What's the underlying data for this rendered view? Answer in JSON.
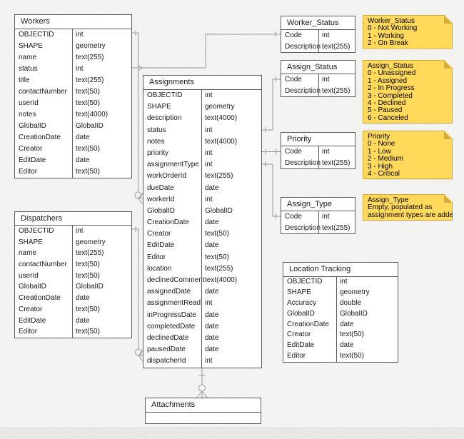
{
  "diagram": {
    "entities": [
      {
        "id": "workers",
        "title": "Workers",
        "fields": [
          [
            "OBJECTID",
            "int"
          ],
          [
            "SHAPE",
            "geometry"
          ],
          [
            "name",
            "text(255)"
          ],
          [
            "status",
            "int"
          ],
          [
            "title",
            "text(255)"
          ],
          [
            "contactNumber",
            "text(50)"
          ],
          [
            "userId",
            "text(50)"
          ],
          [
            "notes",
            "text(4000)"
          ],
          [
            "GlobalID",
            "GlobalID"
          ],
          [
            "CreationDate",
            "date"
          ],
          [
            "Creator",
            "text(50)"
          ],
          [
            "EditDate",
            "date"
          ],
          [
            "Editor",
            "text(50)"
          ]
        ]
      },
      {
        "id": "dispatchers",
        "title": "Dispatchers",
        "fields": [
          [
            "OBJECTID",
            "int"
          ],
          [
            "SHAPE",
            "geometry"
          ],
          [
            "name",
            "text(255)"
          ],
          [
            "contactNumber",
            "text(50)"
          ],
          [
            "userId",
            "text(50)"
          ],
          [
            "GlobalID",
            "GlobalID"
          ],
          [
            "CreationDate",
            "date"
          ],
          [
            "Creator",
            "text(50)"
          ],
          [
            "EditDate",
            "date"
          ],
          [
            "Editor",
            "text(50)"
          ]
        ]
      },
      {
        "id": "assignments",
        "title": "Assignments",
        "fields": [
          [
            "OBJECTID",
            "int"
          ],
          [
            "SHAPE",
            "geometry"
          ],
          [
            "description",
            "text(4000)"
          ],
          [
            "status",
            "int"
          ],
          [
            "notes",
            "text(4000)"
          ],
          [
            "priority",
            "int"
          ],
          [
            "assignmentType",
            "int"
          ],
          [
            "workOrderId",
            "text(255)"
          ],
          [
            "dueDate",
            "date"
          ],
          [
            "workerId",
            "int"
          ],
          [
            "GlobalID",
            "GlobalID"
          ],
          [
            "CreationDate",
            "date"
          ],
          [
            "Creator",
            "text(50)"
          ],
          [
            "EditDate",
            "date"
          ],
          [
            "Editor",
            "text(50)"
          ],
          [
            "location",
            "text(255)"
          ],
          [
            "declinedComment",
            "text(4000)"
          ],
          [
            "assignedDate",
            "date"
          ],
          [
            "assignmentRead",
            "int"
          ],
          [
            "inProgressDate",
            "date"
          ],
          [
            "completedDate",
            "date"
          ],
          [
            "declinedDate",
            "date"
          ],
          [
            "pausedDate",
            "date"
          ],
          [
            "dispatcherId",
            "int"
          ]
        ]
      },
      {
        "id": "worker_status",
        "title": "Worker_Status",
        "fields": [
          [
            "Code",
            "int"
          ],
          [
            "Description",
            "text(255)"
          ]
        ]
      },
      {
        "id": "assign_status",
        "title": "Assign_Status",
        "fields": [
          [
            "Code",
            "int"
          ],
          [
            "Description",
            "text(255)"
          ]
        ]
      },
      {
        "id": "priority",
        "title": "Priority",
        "fields": [
          [
            "Code",
            "int"
          ],
          [
            "Description",
            "text(255)"
          ]
        ]
      },
      {
        "id": "assign_type",
        "title": "Assign_Type",
        "fields": [
          [
            "Code",
            "int"
          ],
          [
            "Description",
            "text(255)"
          ]
        ]
      },
      {
        "id": "location_tracking",
        "title": "Location Tracking",
        "fields": [
          [
            "OBJECTID",
            "int"
          ],
          [
            "SHAPE",
            "geometry"
          ],
          [
            "Accuracy",
            "double"
          ],
          [
            "GlobalID",
            "GlobalID"
          ],
          [
            "CreationDate",
            "date"
          ],
          [
            "Creator",
            "text(50)"
          ],
          [
            "EditDate",
            "date"
          ],
          [
            "Editor",
            "text(50)"
          ]
        ]
      },
      {
        "id": "attachments",
        "title": "Attachments",
        "fields": [
          [
            "",
            ""
          ]
        ]
      }
    ],
    "notes": [
      {
        "id": "note_worker_status",
        "title": "Worker_Status",
        "lines": [
          "0 - Not Working",
          "1 - Working",
          "2 - On Break"
        ]
      },
      {
        "id": "note_assign_status",
        "title": "Assign_Status",
        "lines": [
          "0 - Unassigned",
          "1 - Assigned",
          "2 - In Progress",
          "3 - Completed",
          "4 - Declined",
          "5 - Paused",
          "6 - Canceled"
        ]
      },
      {
        "id": "note_priority",
        "title": "Priority",
        "lines": [
          "0 - None",
          "1 - Low",
          "2 - Medium",
          "3 - High",
          "4 - Critical"
        ]
      },
      {
        "id": "note_assign_type",
        "title": "Assign_Type",
        "lines": [
          "Empty, populated as",
          "assignment types are added"
        ]
      }
    ],
    "relationships": [
      {
        "from": "Workers",
        "to": "Assignments",
        "via": "workerId"
      },
      {
        "from": "Workers",
        "to": "Worker_Status",
        "via": "status"
      },
      {
        "from": "Dispatchers",
        "to": "Assignments",
        "via": "dispatcherId"
      },
      {
        "from": "Assignments",
        "to": "Assign_Status",
        "via": "status"
      },
      {
        "from": "Assignments",
        "to": "Priority",
        "via": "priority"
      },
      {
        "from": "Assignments",
        "to": "Assign_Type",
        "via": "assignmentType"
      },
      {
        "from": "Assignments",
        "to": "Attachments",
        "via": "attachments"
      }
    ],
    "colors": {
      "background": "#f2f2f0",
      "connector": "#9a9a9a",
      "table_border": "#5c5c5c",
      "note_fill": "#ffd95a",
      "note_fold": "#d9a83c"
    }
  }
}
